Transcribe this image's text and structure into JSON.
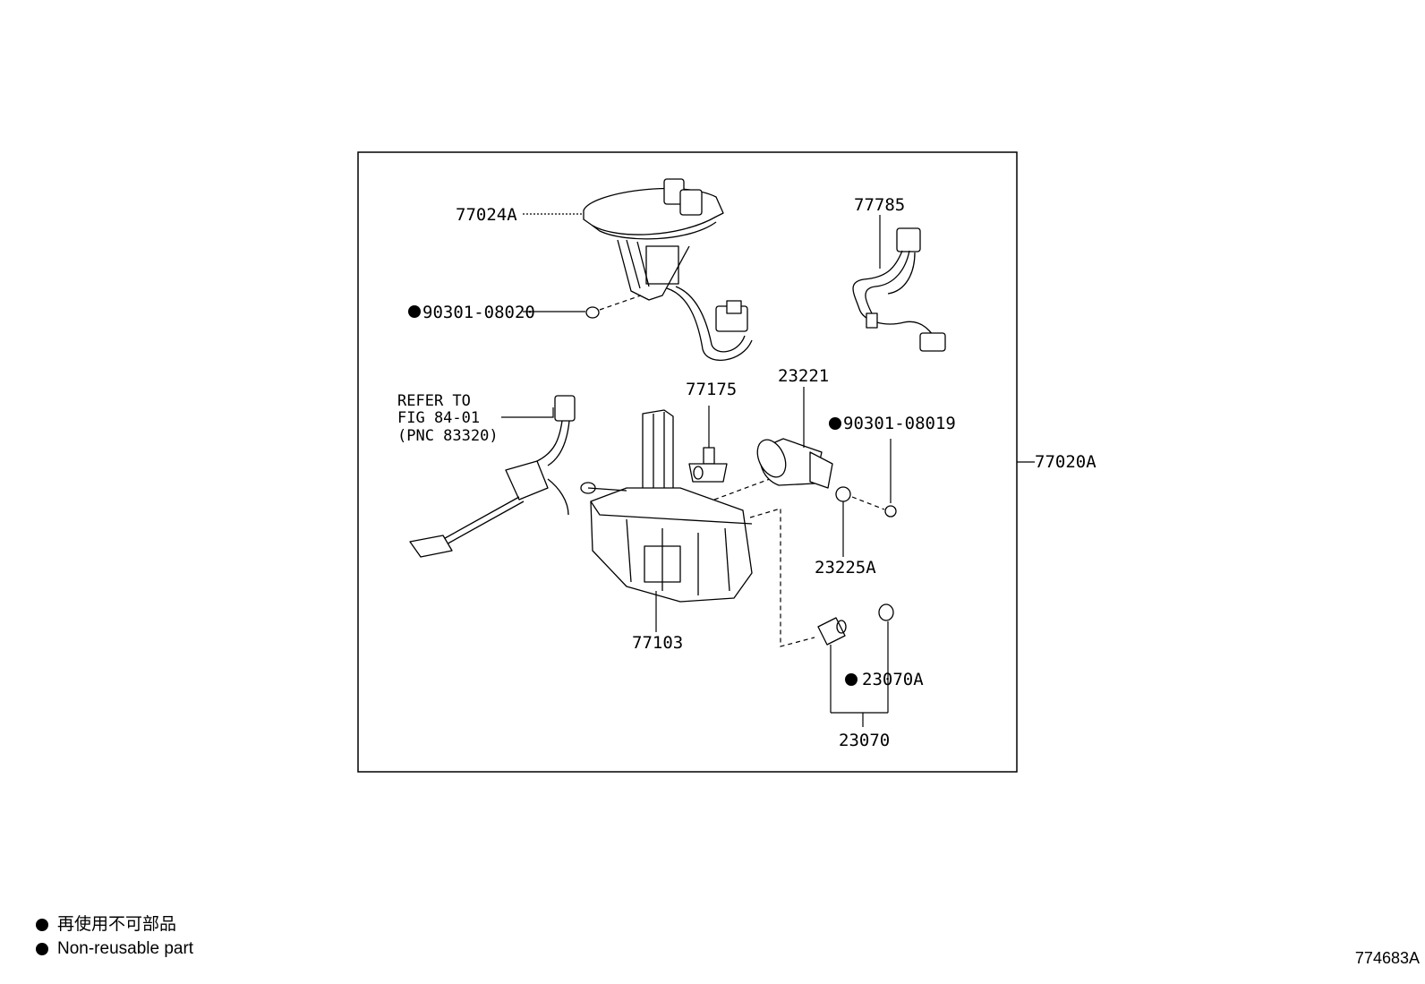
{
  "callouts": [
    {
      "id": "c-77024a",
      "text": "77024A",
      "nonreusable": false
    },
    {
      "id": "c-90301-08020",
      "text": "90301-08020",
      "nonreusable": true
    },
    {
      "id": "c-77785",
      "text": "77785",
      "nonreusable": false
    },
    {
      "id": "c-77175",
      "text": "77175",
      "nonreusable": false
    },
    {
      "id": "c-23221",
      "text": "23221",
      "nonreusable": false
    },
    {
      "id": "c-90301-08019",
      "text": "90301-08019",
      "nonreusable": true
    },
    {
      "id": "c-77020a",
      "text": "77020A",
      "nonreusable": false
    },
    {
      "id": "c-23225a",
      "text": "23225A",
      "nonreusable": false
    },
    {
      "id": "c-77103",
      "text": "77103",
      "nonreusable": false
    },
    {
      "id": "c-23070a",
      "text": "23070A",
      "nonreusable": true
    },
    {
      "id": "c-23070",
      "text": "23070",
      "nonreusable": false
    }
  ],
  "refer_note": [
    "REFER TO",
    "FIG 84-01",
    "(PNC 83320)"
  ],
  "legend": {
    "japanese": "再使用不可部品",
    "english": "Non-reusable part"
  },
  "figure_id": "774683A"
}
